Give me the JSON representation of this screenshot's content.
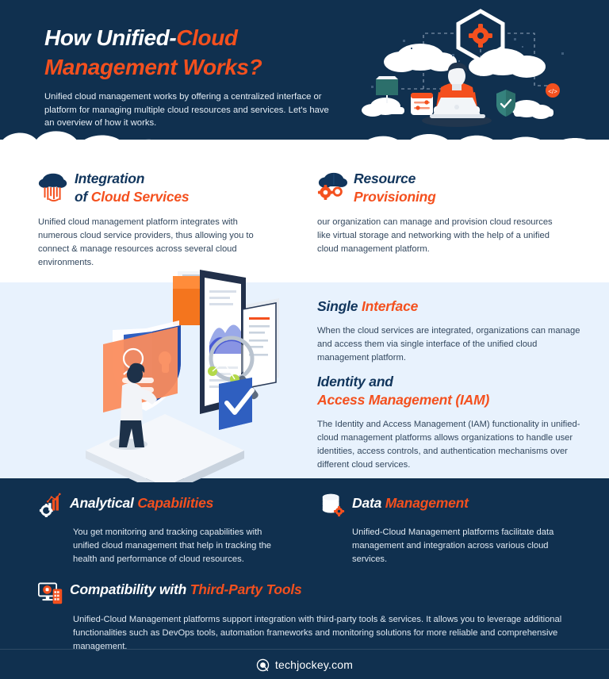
{
  "header": {
    "title_line1_white": "How Unified-",
    "title_line1_orange": "Cloud",
    "title_line2_orange": "Management Works?",
    "intro": "Unified cloud management works by offering a centralized interface or platform for managing multiple cloud resources and services. Let's have an overview of how it works.",
    "hero_icon": "cloud-management-illustration"
  },
  "colors": {
    "navy": "#10304f",
    "heading_navy": "#11355c",
    "orange": "#f4501e",
    "light_blue_band": "#e8f2fd",
    "white": "#ffffff",
    "body_dark": "#32475e",
    "body_light": "#dfe8f1"
  },
  "sections": {
    "integration": {
      "icon": "rain-cloud-icon",
      "heading_line1_dark": "Integration",
      "heading_line2_dark": "of ",
      "heading_line2_orange": "Cloud Services",
      "body": "Unified cloud management platform integrates with numerous cloud service providers, thus allowing you to connect & manage resources across several cloud environments."
    },
    "resource": {
      "icon": "cloud-gear-icon",
      "heading_line1_dark": "Resource",
      "heading_line2_orange": "Provisioning",
      "body": "our organization can manage and provision cloud resources like virtual storage and networking with the help of a unified cloud management platform."
    },
    "single_interface": {
      "heading_dark": "Single ",
      "heading_orange": "Interface",
      "body": "When the cloud services are integrated, organizations can manage and access them via single interface of the unified cloud management platform."
    },
    "iam": {
      "heading_line1_dark": "Identity and",
      "heading_line2_orange": "Access Management (IAM)",
      "body": "The Identity and Access Management (IAM) functionality in unified-cloud management platforms allows organizations to handle user identities, access controls, and authentication mechanisms over different cloud services."
    },
    "analytical": {
      "icon": "bar-chart-gear-icon",
      "heading_white": "Analytical ",
      "heading_orange": "Capabilities",
      "body": "You get monitoring and tracking capabilities with unified cloud management that help in tracking the health and performance of cloud resources."
    },
    "data_management": {
      "icon": "database-gear-icon",
      "heading_white": "Data ",
      "heading_orange": "Management",
      "body": "Unified-Cloud Management platforms facilitate data management and integration across various cloud services."
    },
    "compatibility": {
      "icon": "monitor-mobile-icon",
      "heading_white": "Compatibility with ",
      "heading_orange": "Third-Party Tools",
      "body": "Unified-Cloud Management platforms support integration with third-party tools & services. It allows you to leverage additional functionalities such as DevOps tools, automation frameworks and monitoring solutions for more reliable and comprehensive management."
    }
  },
  "mid_illustration": {
    "icon": "single-interface-isometric-illustration"
  },
  "footer": {
    "logo_icon": "techjockey-logo-icon",
    "text": "techjockey.com"
  }
}
